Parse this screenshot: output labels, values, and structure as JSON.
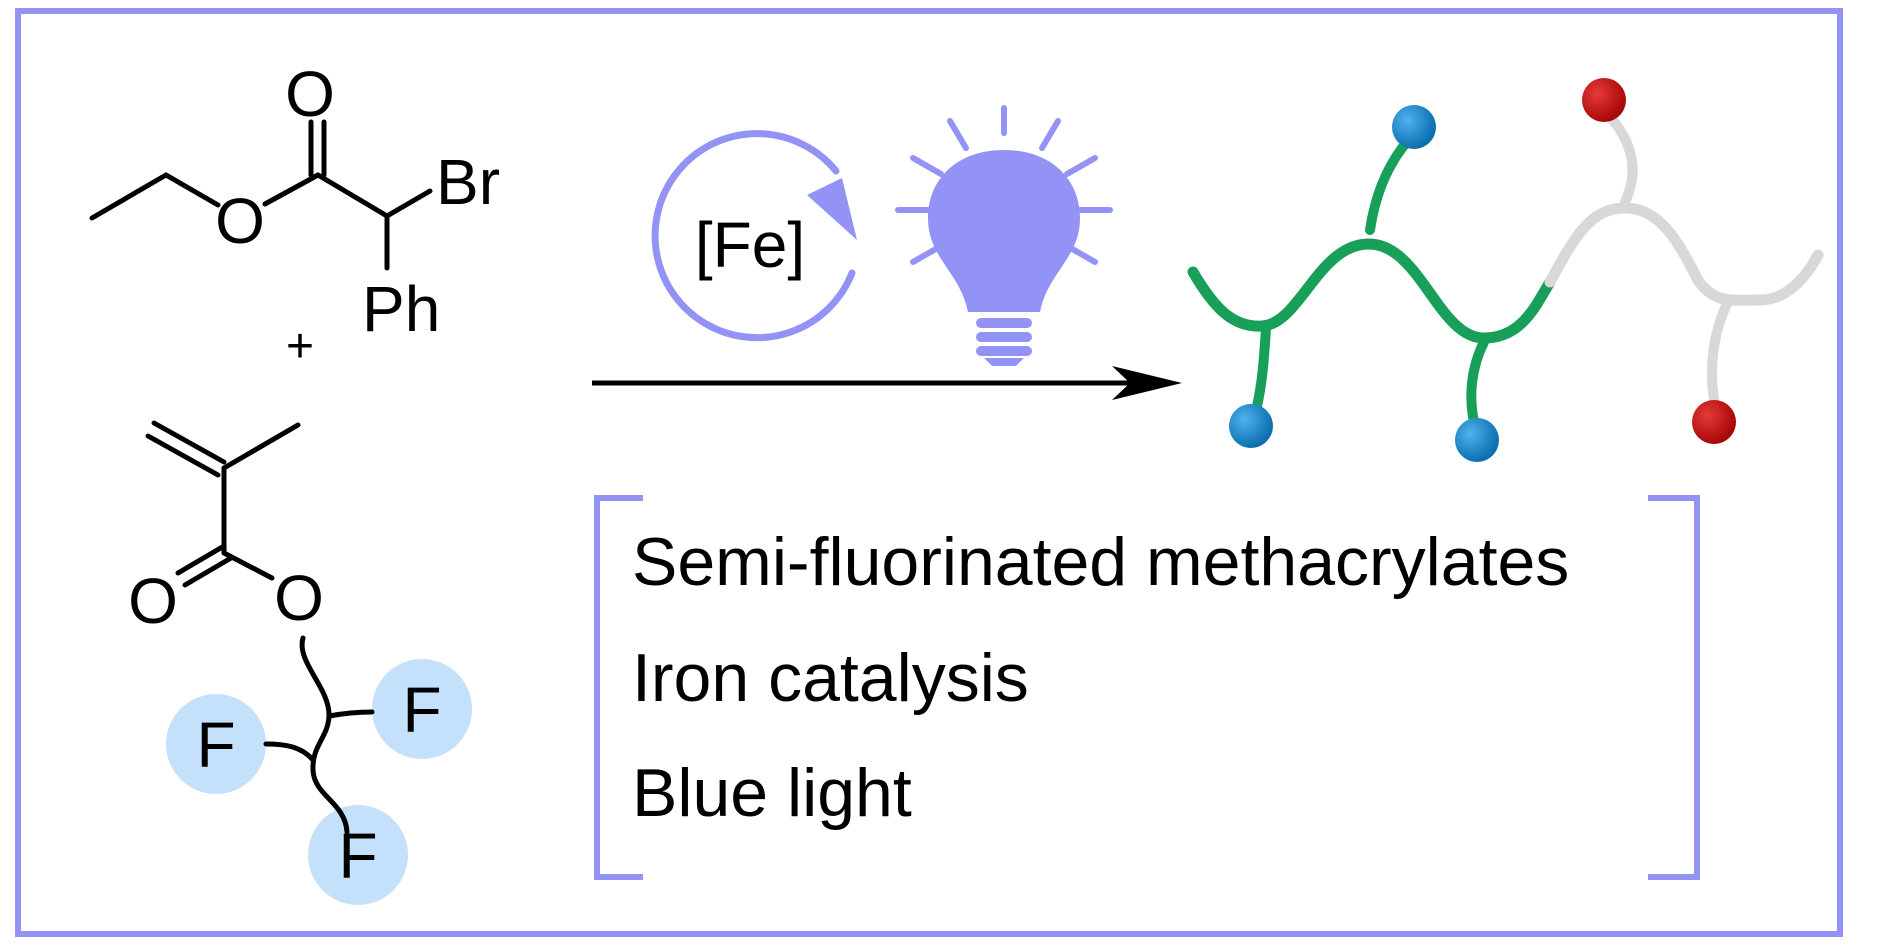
{
  "reactant_1": {
    "atoms": {
      "carbonyl_oxygen": "O",
      "ester_oxygen": "O",
      "bromine": "Br",
      "phenyl": "Ph"
    }
  },
  "plus_sign": "+",
  "reactant_2": {
    "atoms": {
      "carbonyl_oxygen": "O",
      "ester_oxygen": "O",
      "fluorine_1": "F",
      "fluorine_2": "F",
      "fluorine_3": "F"
    }
  },
  "catalyst": {
    "label": "[Fe]"
  },
  "light": {
    "icon": "lightbulb-icon"
  },
  "features": {
    "items": [
      "Semi-fluorinated methacrylates",
      "Iron catalysis",
      "Blue light"
    ]
  },
  "colors": {
    "frame": "#9393f5",
    "accent": "#9393f5",
    "fluorine_circle": "#c4e0fb",
    "polymer_green": "#18a05a",
    "polymer_grey": "#d8d8d8",
    "blue_end_group": "#0c82c8",
    "red_end_group": "#c20c0c"
  }
}
